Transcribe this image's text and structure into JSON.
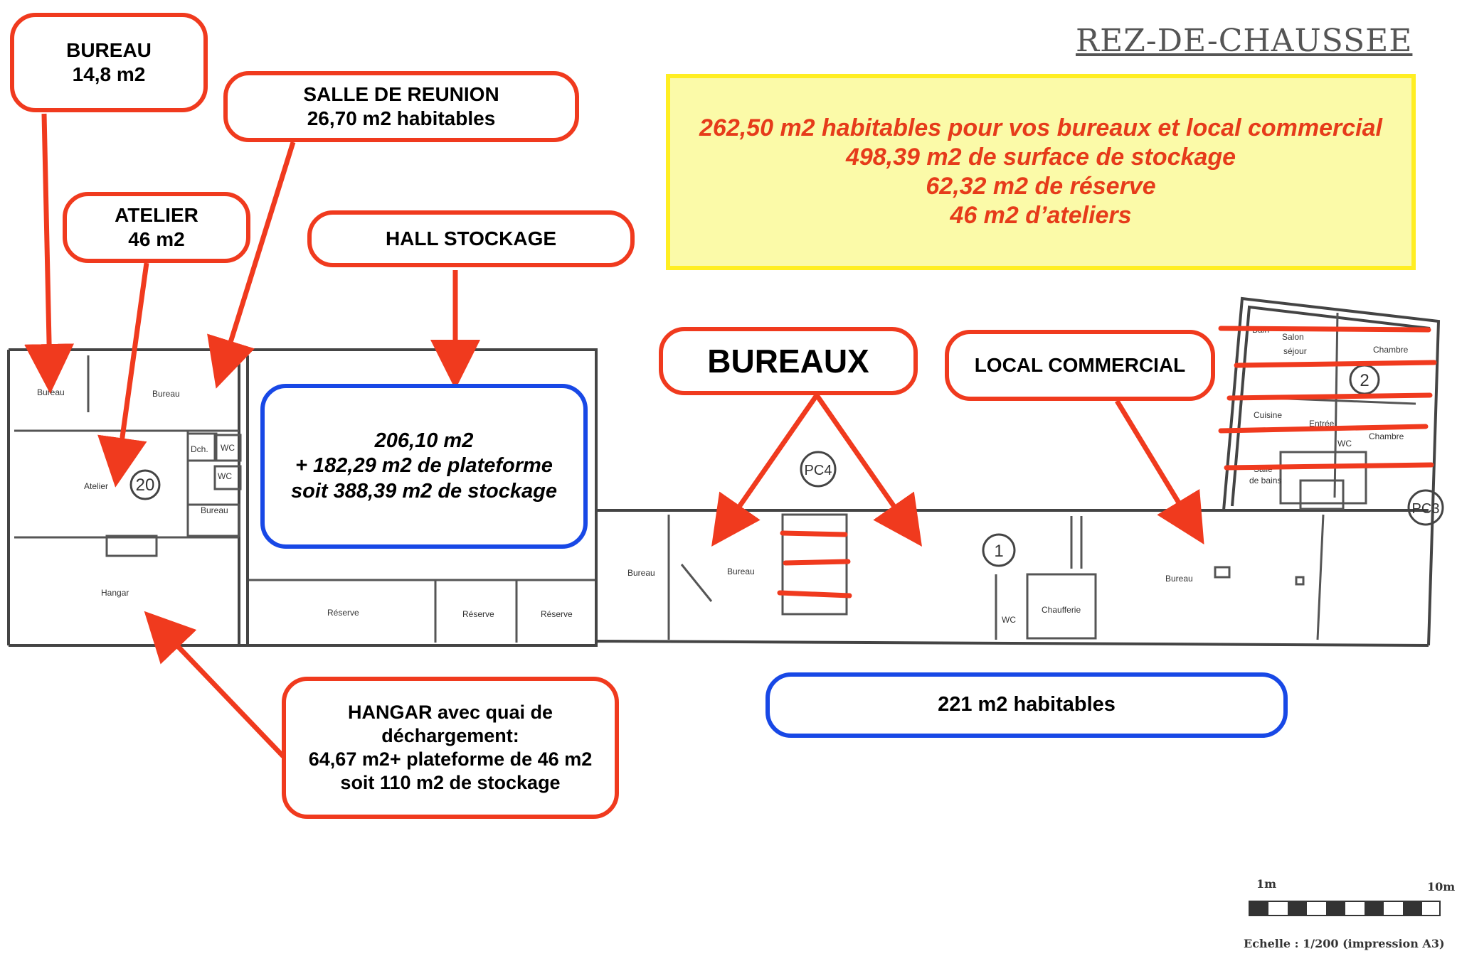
{
  "title": "REZ-DE-CHAUSSEE",
  "summary": [
    "262,50 m2 habitables pour vos bureaux et local commercial",
    "498,39 m2 de surface de stockage",
    "62,32 m2 de réserve",
    "46 m2 d’ateliers"
  ],
  "callouts": {
    "bureau": "BUREAU\n14,8 m2",
    "salle": "SALLE DE REUNION\n26,70 m2 habitables",
    "atelier": "ATELIER\n46 m2",
    "hall": "HALL STOCKAGE",
    "bureaux": "BUREAUX",
    "local": "LOCAL COMMERCIAL",
    "stockage": "206,10 m2\n+ 182,29 m2 de plateforme\nsoit 388,39 m2 de stockage",
    "hangar": "HANGAR avec quai de\ndéchargement:\n64,67 m2+ plateforme de 46 m2\nsoit 110 m2 de stockage",
    "habitables": "221 m2 habitables"
  },
  "rooms": {
    "bureau1": "Bureau",
    "bureau2": "Bureau",
    "dch": "Dch.",
    "wc1": "WC",
    "wc2": "WC",
    "atelier": "Atelier",
    "bureau3": "Bureau",
    "hangar": "Hangar",
    "reserve1": "Réserve",
    "reserve2": "Réserve",
    "reserve3": "Réserve",
    "bureau4": "Bureau",
    "bureau5": "Bureau",
    "wc3": "WC",
    "chaufferie": "Chaufferie",
    "bureau6": "Bureau",
    "bain": "Bain",
    "salon": "Salon",
    "sejour": "séjour",
    "chambre1": "Chambre",
    "cuisine": "Cuisine",
    "entree": "Entrée",
    "wc4": "WC",
    "chambre2": "Chambre",
    "salle_bains": "Salle",
    "salle_bains2": "de bains"
  },
  "markers": {
    "m20": "20",
    "m1": "1",
    "m2": "2",
    "pc4": "PC4",
    "pc3": "PC3"
  },
  "scale": {
    "left": "1m",
    "right": "10m",
    "caption": "Echelle : 1/200 (impression A3)"
  },
  "colors": {
    "callout_border": "#f03a1e",
    "blue_border": "#1848e6",
    "summary_bg": "#fbfaa8",
    "summary_text": "#e63b1a"
  }
}
